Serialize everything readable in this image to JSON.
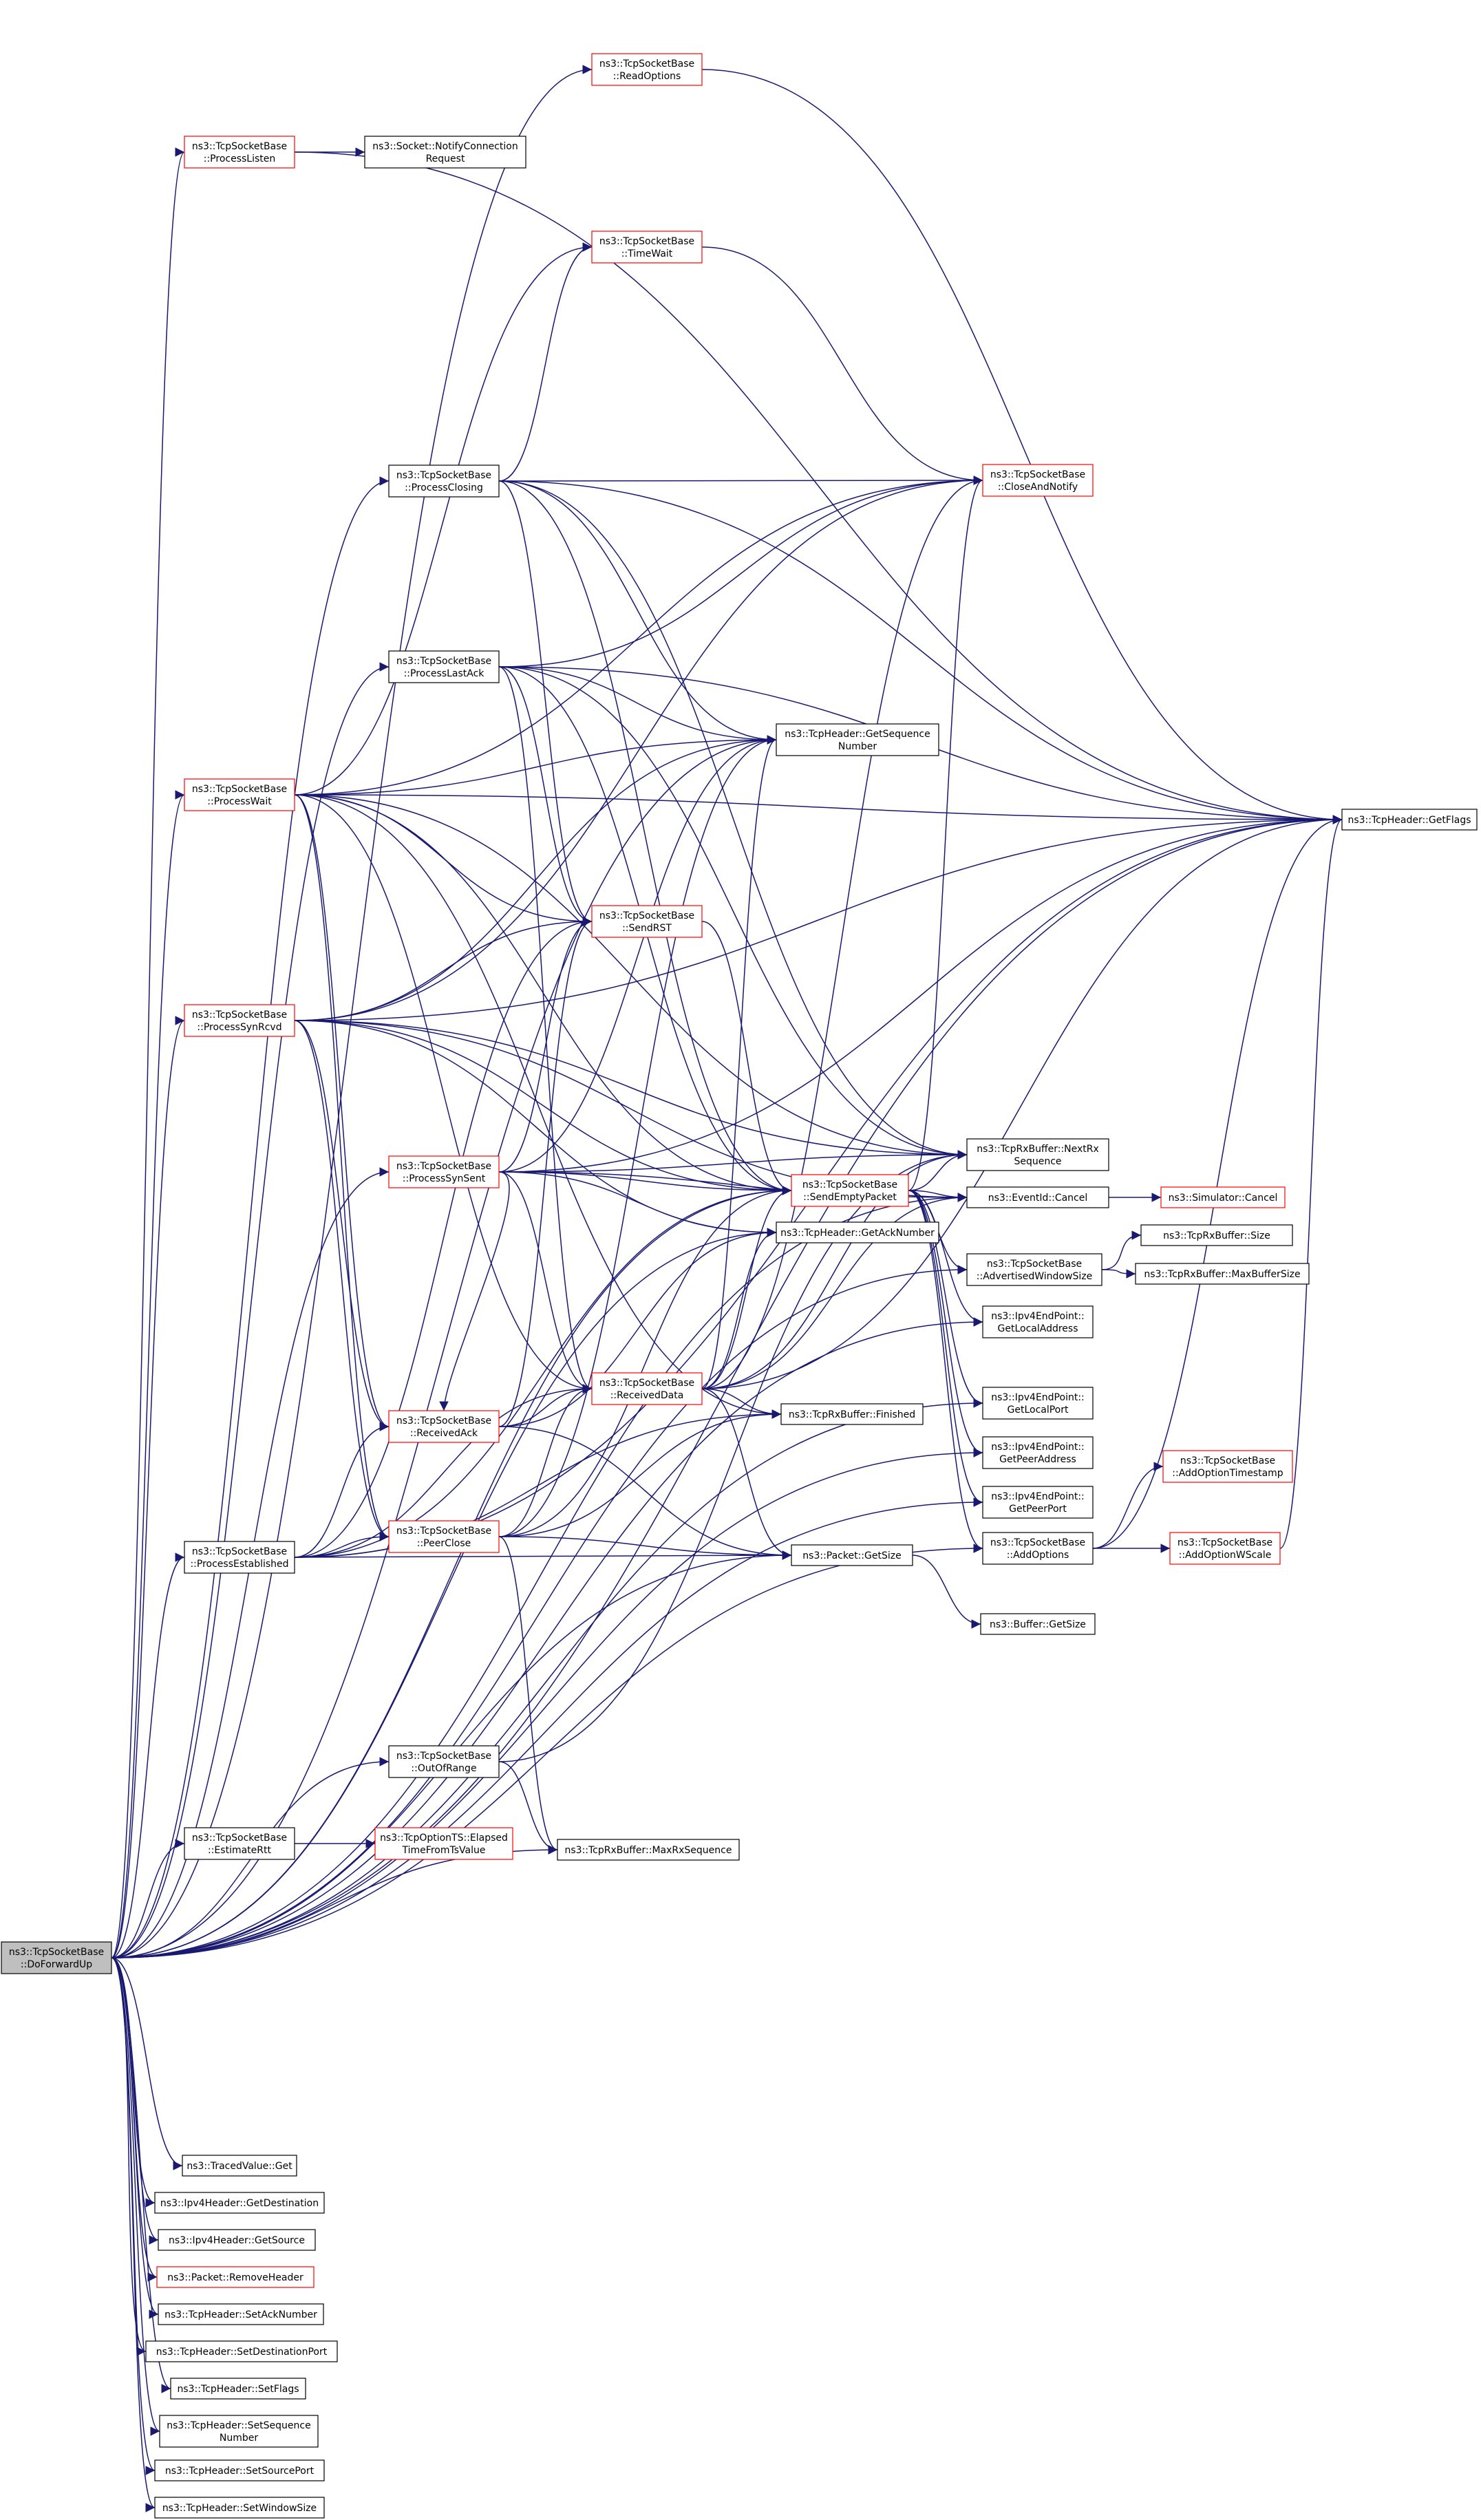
{
  "nodes": [
    {
      "id": "doforwardup",
      "lines": [
        "ns3::TcpSocketBase",
        "::DoForwardUp"
      ],
      "style": "root"
    },
    {
      "id": "readoptions",
      "lines": [
        "ns3::TcpSocketBase",
        "::ReadOptions"
      ],
      "style": "red"
    },
    {
      "id": "processlisten",
      "lines": [
        "ns3::TcpSocketBase",
        "::ProcessListen"
      ],
      "style": "red"
    },
    {
      "id": "notifyconn",
      "lines": [
        "ns3::Socket::NotifyConnection",
        "Request"
      ],
      "style": "black"
    },
    {
      "id": "timewait",
      "lines": [
        "ns3::TcpSocketBase",
        "::TimeWait"
      ],
      "style": "red"
    },
    {
      "id": "processclosing",
      "lines": [
        "ns3::TcpSocketBase",
        "::ProcessClosing"
      ],
      "style": "black"
    },
    {
      "id": "closeandnotify",
      "lines": [
        "ns3::TcpSocketBase",
        "::CloseAndNotify"
      ],
      "style": "red"
    },
    {
      "id": "processlastack",
      "lines": [
        "ns3::TcpSocketBase",
        "::ProcessLastAck"
      ],
      "style": "black"
    },
    {
      "id": "getseqnum",
      "lines": [
        "ns3::TcpHeader::GetSequence",
        "Number"
      ],
      "style": "black"
    },
    {
      "id": "processwait",
      "lines": [
        "ns3::TcpSocketBase",
        "::ProcessWait"
      ],
      "style": "red"
    },
    {
      "id": "getflags",
      "lines": [
        "ns3::TcpHeader::GetFlags"
      ],
      "style": "black"
    },
    {
      "id": "sendrst",
      "lines": [
        "ns3::TcpSocketBase",
        "::SendRST"
      ],
      "style": "red"
    },
    {
      "id": "processsynrcvd",
      "lines": [
        "ns3::TcpSocketBase",
        "::ProcessSynRcvd"
      ],
      "style": "red"
    },
    {
      "id": "nextrxseq",
      "lines": [
        "ns3::TcpRxBuffer::NextRx",
        "Sequence"
      ],
      "style": "black"
    },
    {
      "id": "processsynsent",
      "lines": [
        "ns3::TcpSocketBase",
        "::ProcessSynSent"
      ],
      "style": "red"
    },
    {
      "id": "sendemptypacket",
      "lines": [
        "ns3::TcpSocketBase",
        "::SendEmptyPacket"
      ],
      "style": "red"
    },
    {
      "id": "eventidcancel",
      "lines": [
        "ns3::EventId::Cancel"
      ],
      "style": "black"
    },
    {
      "id": "simcancel",
      "lines": [
        "ns3::Simulator::Cancel"
      ],
      "style": "red"
    },
    {
      "id": "getacknumber",
      "lines": [
        "ns3::TcpHeader::GetAckNumber"
      ],
      "style": "black"
    },
    {
      "id": "rxbufsize",
      "lines": [
        "ns3::TcpRxBuffer::Size"
      ],
      "style": "black"
    },
    {
      "id": "advwinsize",
      "lines": [
        "ns3::TcpSocketBase",
        "::AdvertisedWindowSize"
      ],
      "style": "black"
    },
    {
      "id": "maxbufsize",
      "lines": [
        "ns3::TcpRxBuffer::MaxBufferSize"
      ],
      "style": "black"
    },
    {
      "id": "getlocaladdr",
      "lines": [
        "ns3::Ipv4EndPoint::",
        "GetLocalAddress"
      ],
      "style": "black"
    },
    {
      "id": "receiveddata",
      "lines": [
        "ns3::TcpSocketBase",
        "::ReceivedData"
      ],
      "style": "red"
    },
    {
      "id": "getlocalport",
      "lines": [
        "ns3::Ipv4EndPoint::",
        "GetLocalPort"
      ],
      "style": "black"
    },
    {
      "id": "finished",
      "lines": [
        "ns3::TcpRxBuffer::Finished"
      ],
      "style": "black"
    },
    {
      "id": "receivedack",
      "lines": [
        "ns3::TcpSocketBase",
        "::ReceivedAck"
      ],
      "style": "red"
    },
    {
      "id": "getpeeraddr",
      "lines": [
        "ns3::Ipv4EndPoint::",
        "GetPeerAddress"
      ],
      "style": "black"
    },
    {
      "id": "addopttimestamp",
      "lines": [
        "ns3::TcpSocketBase",
        "::AddOptionTimestamp"
      ],
      "style": "red"
    },
    {
      "id": "getpeerport",
      "lines": [
        "ns3::Ipv4EndPoint::",
        "GetPeerPort"
      ],
      "style": "black"
    },
    {
      "id": "peerclose",
      "lines": [
        "ns3::TcpSocketBase",
        "::PeerClose"
      ],
      "style": "red"
    },
    {
      "id": "processestablished",
      "lines": [
        "ns3::TcpSocketBase",
        "::ProcessEstablished"
      ],
      "style": "black"
    },
    {
      "id": "packetgetsize",
      "lines": [
        "ns3::Packet::GetSize"
      ],
      "style": "black"
    },
    {
      "id": "addoptions",
      "lines": [
        "ns3::TcpSocketBase",
        "::AddOptions"
      ],
      "style": "black"
    },
    {
      "id": "addoptwscale",
      "lines": [
        "ns3::TcpSocketBase",
        "::AddOptionWScale"
      ],
      "style": "red"
    },
    {
      "id": "buffergetsize",
      "lines": [
        "ns3::Buffer::GetSize"
      ],
      "style": "black"
    },
    {
      "id": "outofrange",
      "lines": [
        "ns3::TcpSocketBase",
        "::OutOfRange"
      ],
      "style": "black"
    },
    {
      "id": "estimatertt",
      "lines": [
        "ns3::TcpSocketBase",
        "::EstimateRtt"
      ],
      "style": "black"
    },
    {
      "id": "elapsedtime",
      "lines": [
        "ns3::TcpOptionTS::Elapsed",
        "TimeFromTsValue"
      ],
      "style": "red"
    },
    {
      "id": "maxrxseq",
      "lines": [
        "ns3::TcpRxBuffer::MaxRxSequence"
      ],
      "style": "black"
    },
    {
      "id": "tracedget",
      "lines": [
        "ns3::TracedValue::Get"
      ],
      "style": "black"
    },
    {
      "id": "getdest",
      "lines": [
        "ns3::Ipv4Header::GetDestination"
      ],
      "style": "black"
    },
    {
      "id": "getsource",
      "lines": [
        "ns3::Ipv4Header::GetSource"
      ],
      "style": "black"
    },
    {
      "id": "removeheader",
      "lines": [
        "ns3::Packet::RemoveHeader"
      ],
      "style": "red"
    },
    {
      "id": "setacknumber",
      "lines": [
        "ns3::TcpHeader::SetAckNumber"
      ],
      "style": "black"
    },
    {
      "id": "setdestport",
      "lines": [
        "ns3::TcpHeader::SetDestinationPort"
      ],
      "style": "black"
    },
    {
      "id": "setflags",
      "lines": [
        "ns3::TcpHeader::SetFlags"
      ],
      "style": "black"
    },
    {
      "id": "setseqnum",
      "lines": [
        "ns3::TcpHeader::SetSequence",
        "Number"
      ],
      "style": "black"
    },
    {
      "id": "setsourceport",
      "lines": [
        "ns3::TcpHeader::SetSourcePort"
      ],
      "style": "black"
    },
    {
      "id": "setwindowsize",
      "lines": [
        "ns3::TcpHeader::SetWindowSize"
      ],
      "style": "black"
    }
  ],
  "edges": [
    [
      "doforwardup",
      "readoptions"
    ],
    [
      "doforwardup",
      "processlisten"
    ],
    [
      "doforwardup",
      "processclosing"
    ],
    [
      "doforwardup",
      "processlastack"
    ],
    [
      "doforwardup",
      "processwait"
    ],
    [
      "doforwardup",
      "processsynrcvd"
    ],
    [
      "doforwardup",
      "processsynsent"
    ],
    [
      "doforwardup",
      "processestablished"
    ],
    [
      "doforwardup",
      "outofrange"
    ],
    [
      "doforwardup",
      "estimatertt"
    ],
    [
      "doforwardup",
      "maxrxseq"
    ],
    [
      "doforwardup",
      "getflags"
    ],
    [
      "doforwardup",
      "getacknumber"
    ],
    [
      "doforwardup",
      "getseqnum"
    ],
    [
      "doforwardup",
      "packetgetsize"
    ],
    [
      "doforwardup",
      "sendemptypacket"
    ],
    [
      "doforwardup",
      "eventidcancel"
    ],
    [
      "doforwardup",
      "getlocaladdr"
    ],
    [
      "doforwardup",
      "getlocalport"
    ],
    [
      "doforwardup",
      "getpeeraddr"
    ],
    [
      "doforwardup",
      "getpeerport"
    ],
    [
      "doforwardup",
      "addoptions"
    ],
    [
      "doforwardup",
      "advwinsize"
    ],
    [
      "doforwardup",
      "tracedget"
    ],
    [
      "doforwardup",
      "getdest"
    ],
    [
      "doforwardup",
      "getsource"
    ],
    [
      "doforwardup",
      "removeheader"
    ],
    [
      "doforwardup",
      "setacknumber"
    ],
    [
      "doforwardup",
      "setdestport"
    ],
    [
      "doforwardup",
      "setflags"
    ],
    [
      "doforwardup",
      "setseqnum"
    ],
    [
      "doforwardup",
      "setsourceport"
    ],
    [
      "doforwardup",
      "setwindowsize"
    ],
    [
      "readoptions",
      "getflags"
    ],
    [
      "processlisten",
      "notifyconn"
    ],
    [
      "processlisten",
      "getflags"
    ],
    [
      "timewait",
      "closeandnotify"
    ],
    [
      "processclosing",
      "timewait"
    ],
    [
      "processclosing",
      "closeandnotify"
    ],
    [
      "processclosing",
      "getseqnum"
    ],
    [
      "processclosing",
      "sendrst"
    ],
    [
      "processclosing",
      "sendemptypacket"
    ],
    [
      "processclosing",
      "nextrxseq"
    ],
    [
      "processclosing",
      "getflags"
    ],
    [
      "processlastack",
      "closeandnotify"
    ],
    [
      "processlastack",
      "getseqnum"
    ],
    [
      "processlastack",
      "sendrst"
    ],
    [
      "processlastack",
      "sendemptypacket"
    ],
    [
      "processlastack",
      "nextrxseq"
    ],
    [
      "processlastack",
      "receiveddata"
    ],
    [
      "processlastack",
      "getflags"
    ],
    [
      "processwait",
      "timewait"
    ],
    [
      "processwait",
      "closeandnotify"
    ],
    [
      "processwait",
      "getseqnum"
    ],
    [
      "processwait",
      "sendrst"
    ],
    [
      "processwait",
      "sendemptypacket"
    ],
    [
      "processwait",
      "nextrxseq"
    ],
    [
      "processwait",
      "receiveddata"
    ],
    [
      "processwait",
      "receivedack"
    ],
    [
      "processwait",
      "finished"
    ],
    [
      "processwait",
      "getflags"
    ],
    [
      "processwait",
      "peerclose"
    ],
    [
      "processsynrcvd",
      "getflags"
    ],
    [
      "processsynrcvd",
      "sendrst"
    ],
    [
      "processsynrcvd",
      "closeandnotify"
    ],
    [
      "processsynrcvd",
      "getseqnum"
    ],
    [
      "processsynrcvd",
      "sendemptypacket"
    ],
    [
      "processsynrcvd",
      "receivedack"
    ],
    [
      "processsynrcvd",
      "peerclose"
    ],
    [
      "processsynrcvd",
      "nextrxseq"
    ],
    [
      "processsynrcvd",
      "eventidcancel"
    ],
    [
      "processsynrcvd",
      "getacknumber"
    ],
    [
      "processsynsent",
      "getflags"
    ],
    [
      "processsynsent",
      "sendrst"
    ],
    [
      "processsynsent",
      "getseqnum"
    ],
    [
      "processsynsent",
      "sendemptypacket"
    ],
    [
      "processsynsent",
      "eventidcancel"
    ],
    [
      "processsynsent",
      "getacknumber"
    ],
    [
      "processsynsent",
      "receiveddata"
    ],
    [
      "processsynsent",
      "nextrxseq"
    ],
    [
      "processsynsent",
      "receivedack"
    ],
    [
      "sendrst",
      "sendemptypacket"
    ],
    [
      "sendemptypacket",
      "eventidcancel"
    ],
    [
      "sendemptypacket",
      "advwinsize"
    ],
    [
      "sendemptypacket",
      "getlocaladdr"
    ],
    [
      "sendemptypacket",
      "getlocalport"
    ],
    [
      "sendemptypacket",
      "getpeeraddr"
    ],
    [
      "sendemptypacket",
      "getpeerport"
    ],
    [
      "sendemptypacket",
      "addoptions"
    ],
    [
      "sendemptypacket",
      "closeandnotify"
    ],
    [
      "sendemptypacket",
      "nextrxseq"
    ],
    [
      "eventidcancel",
      "simcancel"
    ],
    [
      "advwinsize",
      "rxbufsize"
    ],
    [
      "advwinsize",
      "maxbufsize"
    ],
    [
      "receiveddata",
      "getseqnum"
    ],
    [
      "receiveddata",
      "sendemptypacket"
    ],
    [
      "receiveddata",
      "getacknumber"
    ],
    [
      "receiveddata",
      "finished"
    ],
    [
      "receiveddata",
      "packetgetsize"
    ],
    [
      "receiveddata",
      "nextrxseq"
    ],
    [
      "receiveddata",
      "eventidcancel"
    ],
    [
      "receiveddata",
      "getflags"
    ],
    [
      "receiveddata",
      "closeandnotify"
    ],
    [
      "receivedack",
      "getacknumber"
    ],
    [
      "receivedack",
      "sendrst"
    ],
    [
      "receivedack",
      "packetgetsize"
    ],
    [
      "receivedack",
      "receiveddata"
    ],
    [
      "peerclose",
      "getseqnum"
    ],
    [
      "peerclose",
      "receiveddata"
    ],
    [
      "peerclose",
      "maxrxseq"
    ],
    [
      "peerclose",
      "finished"
    ],
    [
      "peerclose",
      "packetgetsize"
    ],
    [
      "peerclose",
      "sendemptypacket"
    ],
    [
      "processestablished",
      "receivedack"
    ],
    [
      "processestablished",
      "receiveddata"
    ],
    [
      "processestablished",
      "peerclose"
    ],
    [
      "processestablished",
      "packetgetsize"
    ],
    [
      "processestablished",
      "sendrst"
    ],
    [
      "processestablished",
      "finished"
    ],
    [
      "processestablished",
      "sendemptypacket"
    ],
    [
      "processestablished",
      "getflags"
    ],
    [
      "packetgetsize",
      "buffergetsize"
    ],
    [
      "addoptions",
      "addopttimestamp"
    ],
    [
      "addoptions",
      "addoptwscale"
    ],
    [
      "addoptions",
      "getflags"
    ],
    [
      "addoptwscale",
      "getflags"
    ],
    [
      "outofrange",
      "maxrxseq"
    ],
    [
      "outofrange",
      "nextrxseq"
    ],
    [
      "estimatertt",
      "elapsedtime"
    ]
  ]
}
